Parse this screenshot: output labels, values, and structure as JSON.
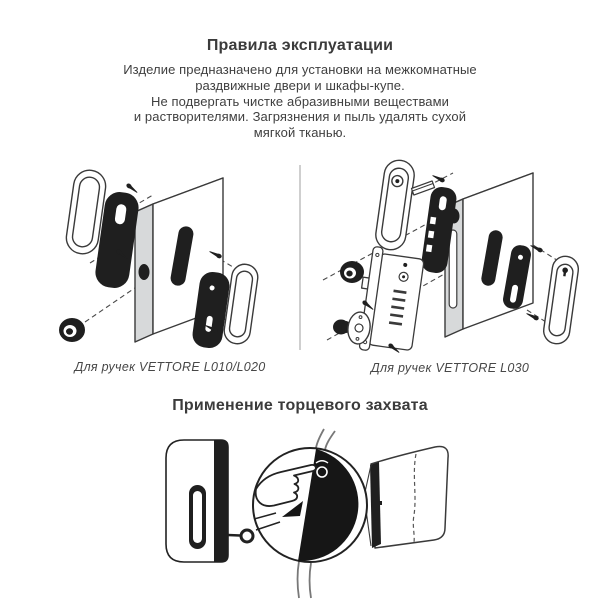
{
  "header": {
    "title": "Правила эксплуатации",
    "description_lines": [
      "Изделие предназначено для установки на межкомнатные",
      "раздвижные двери и шкафы-купе.",
      "Не подвергать чистке абразивными веществами",
      "и растворителями. Загрязнения и пыль удалять сухой",
      "мягкой тканью."
    ]
  },
  "diagrams": {
    "l010": {
      "caption": "Для ручек VETTORE L010/L020"
    },
    "l030": {
      "caption": "Для ручек VETTORE L030"
    }
  },
  "section2": {
    "title": "Применение торцевого захвата"
  },
  "colors": {
    "background": "#ffffff",
    "text": "#3b3b3b",
    "caption_text": "#474747",
    "outline": "#3a3a3a",
    "dark_part": "#1f1f1f",
    "panel_shade": "#d7d9da",
    "divider": "#cfcfcf"
  }
}
